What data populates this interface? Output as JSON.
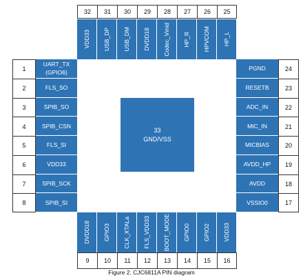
{
  "top_pins": [
    {
      "num": "32",
      "label": "VDD33"
    },
    {
      "num": "31",
      "label": "USB_DP"
    },
    {
      "num": "30",
      "label": "USB_DM"
    },
    {
      "num": "29",
      "label": "DVDD18"
    },
    {
      "num": "28",
      "label": "Codec_Vmid"
    },
    {
      "num": "27",
      "label": "HP_R"
    },
    {
      "num": "26",
      "label": "HPVCOM"
    },
    {
      "num": "25",
      "label": "HP_L"
    }
  ],
  "left_pins": [
    {
      "num": "1",
      "label": "UART_TX",
      "sub": "(GPIO6)"
    },
    {
      "num": "2",
      "label": "FLS_SO"
    },
    {
      "num": "3",
      "label": "SPIB_SO"
    },
    {
      "num": "4",
      "label": "SPIB_CSN"
    },
    {
      "num": "5",
      "label": "FLS_SI"
    },
    {
      "num": "6",
      "label": "VDD33"
    },
    {
      "num": "7",
      "label": "SPIB_SCK"
    },
    {
      "num": "8",
      "label": "SPIB_SI"
    }
  ],
  "right_pins": [
    {
      "num": "24",
      "label": "PGND"
    },
    {
      "num": "23",
      "label": "RESETB"
    },
    {
      "num": "22",
      "label": "ADC_IN"
    },
    {
      "num": "21",
      "label": "MIC_IN"
    },
    {
      "num": "20",
      "label": "MICBIAS"
    },
    {
      "num": "19",
      "label": "AVDD_HP"
    },
    {
      "num": "18",
      "label": "AVDD"
    },
    {
      "num": "17",
      "label": "VSSIO0"
    }
  ],
  "bottom_pins": [
    {
      "num": "9",
      "label": "DVDD18"
    },
    {
      "num": "10",
      "label": "GPIO3"
    },
    {
      "num": "11",
      "label": "CLK_XTALa"
    },
    {
      "num": "12",
      "label": "FLS_VDD33"
    },
    {
      "num": "13",
      "label": "BOOT_MODE"
    },
    {
      "num": "14",
      "label": "GPIO0"
    },
    {
      "num": "15",
      "label": "GPIO2"
    },
    {
      "num": "16",
      "label": "VDD33"
    }
  ],
  "center_pad": {
    "num": "33",
    "label": "GND/VSS"
  },
  "caption": "Figure 2. CJC6811A PIN diagram",
  "colors": {
    "pin_fill": "#2e74b5",
    "pin_text": "#ffffff"
  }
}
